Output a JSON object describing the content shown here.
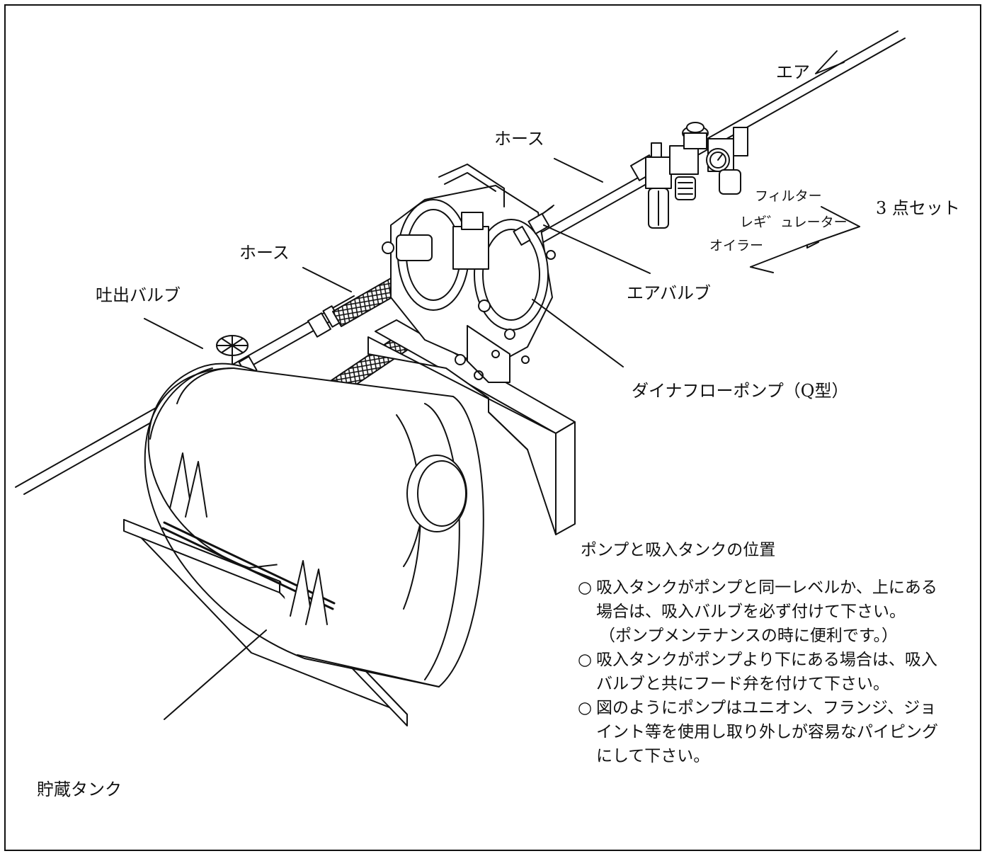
{
  "labels": {
    "air": "エア",
    "hose_upper": "ホース",
    "hose_left": "ホース",
    "discharge_valve": "吐出バルブ",
    "air_valve": "エアバルブ",
    "pump": "ダイナフローポンプ（Q型）",
    "filter": "フィルター",
    "regulator": "レギ゛ュレーター",
    "oiler": "オイラー",
    "three_point_set": "3 点セット",
    "storage_tank": "貯蔵タンク"
  },
  "notes": {
    "title": "ポンプと吸入タンクの位置",
    "items": [
      {
        "text": "吸入タンクがポンプと同一レベルか、上にある場合は、吸入バルブを必ず付けて下さい。",
        "sub": "（ポンプメンテナンスの時に便利です。）"
      },
      {
        "text": "吸入タンクがポンプより下にある場合は、吸入バルブと共にフード弁を付けて下さい。"
      },
      {
        "text": "図のようにポンプはユニオン、フランジ、ジョイント等を使用し取り外しが容易なパイピングにして下さい。"
      }
    ]
  },
  "colors": {
    "line": "#111111",
    "background": "#ffffff"
  }
}
